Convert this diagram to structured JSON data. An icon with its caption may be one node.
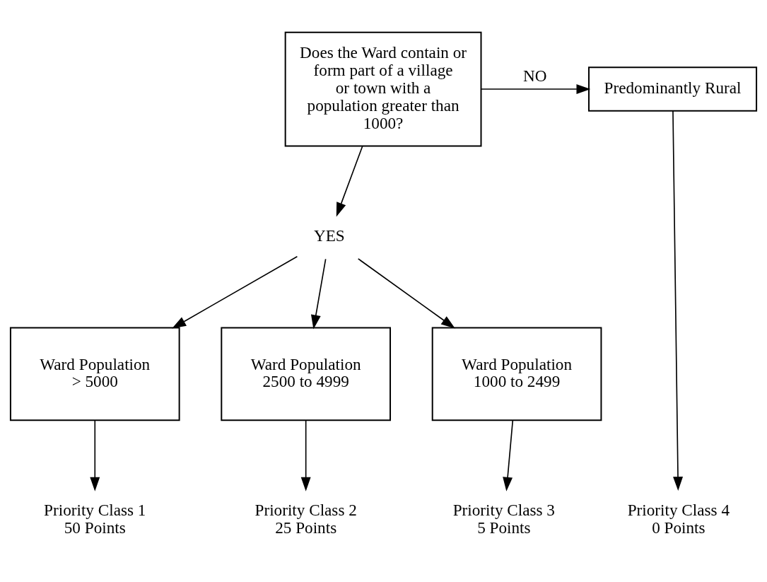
{
  "diagram": {
    "nodes": [
      {
        "text": [
          "Does the Ward contain or form part of a village or town with a population greater than 1000?"
        ]
      },
      {
        "text": [
          "Predominantly Rural"
        ]
      },
      {
        "text": [
          "YES"
        ]
      },
      {
        "text": [
          "Ward Population > 5000"
        ]
      },
      {
        "text": [
          "Ward Population 2500 to 4999"
        ]
      },
      {
        "text": [
          "Ward Population 1000 to 2499"
        ]
      },
      {
        "text": [
          "Priority Class 1 50 Points"
        ]
      },
      {
        "text": [
          "Priority Class 2 25 Points"
        ]
      },
      {
        "text": [
          "Priority Class 3 5 Points"
        ]
      },
      {
        "text": [
          "Priority Class 4 0 Points"
        ]
      }
    ],
    "edges": [
      {
        "from": 0,
        "to": 1,
        "arrow": "to",
        "label": "NO"
      },
      {
        "from": 0,
        "to": 2,
        "arrow": "to"
      },
      {
        "from": 2,
        "to": 3,
        "arrow": "to"
      },
      {
        "from": 2,
        "to": 4,
        "arrow": "to"
      },
      {
        "from": 2,
        "to": 5,
        "arrow": "to"
      },
      {
        "from": 3,
        "to": 6,
        "arrow": "to"
      },
      {
        "from": 4,
        "to": 7,
        "arrow": "to"
      },
      {
        "from": 5,
        "to": 8,
        "arrow": "to"
      },
      {
        "from": 1,
        "to": 9,
        "arrow": "to"
      }
    ]
  }
}
